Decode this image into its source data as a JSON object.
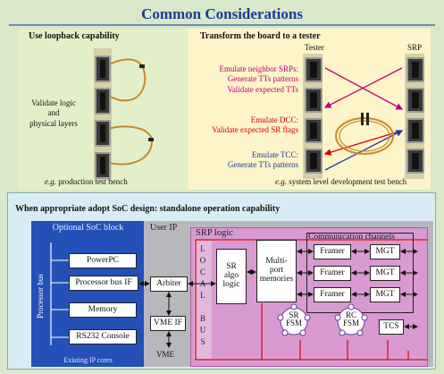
{
  "title": "Common Considerations",
  "loopback": {
    "heading": "Use loopback capability",
    "text_lines": [
      "Validate logic",
      "and",
      "physical layers"
    ],
    "caption_italic": "e.g.",
    "caption_rest": " production test bench"
  },
  "tester": {
    "heading": "Transform the board to a tester",
    "tester_label": "Tester",
    "srp_label": "SRP",
    "neighbor_lines": [
      "Emulate neighbor SRPs:",
      "Generate TTs patterns",
      "Validate expected TTs"
    ],
    "dcc_lines": [
      "Emulate DCC:",
      "Validate expected SR flags"
    ],
    "tcc_lines": [
      "Emulate TCC:",
      "Generate TTs patterns"
    ],
    "caption_italic": "e.g.",
    "caption_rest": " system level development test bench"
  },
  "soc": {
    "heading": "When appropriate adopt SoC design: standalone operation capability",
    "optional_block": "Optional SoC block",
    "processor_bus": "Processor bus",
    "powerpc": "PowerPC",
    "processor_bus_if": "Processor bus IF",
    "memory": "Memory",
    "rs232": "RS232 Console",
    "existing_ip": "Existing IP cores",
    "user_ip": "User IP",
    "arbiter": "Arbiter",
    "vme_if": "VME IF",
    "vme": "VME",
    "srp_logic": "SRP logic",
    "local_bus_letters": [
      "L",
      "O",
      "C",
      "A",
      "L",
      "",
      "B",
      "U",
      "S"
    ],
    "sr_algo_lines": [
      "SR",
      "algo",
      "logic"
    ],
    "multiport_lines": [
      "Multi-",
      "port",
      "memories"
    ],
    "comm_channels": "Communication channels",
    "framer": "Framer",
    "mgt": "MGT",
    "sr_fsm_lines": [
      "SR",
      "FSM"
    ],
    "rc_fsm_lines": [
      "RC",
      "FSM"
    ],
    "tcs": "TCS"
  },
  "colors": {
    "title_blue": "#1c3a9a",
    "soc_blue": "#2450b8",
    "user_ip_gray": "#b8b8bc",
    "srp_magenta": "#d89ad0",
    "emulate_neighbor": "#c0007a",
    "emulate_dcc": "#d40000",
    "emulate_tcc": "#1c3aa0"
  }
}
